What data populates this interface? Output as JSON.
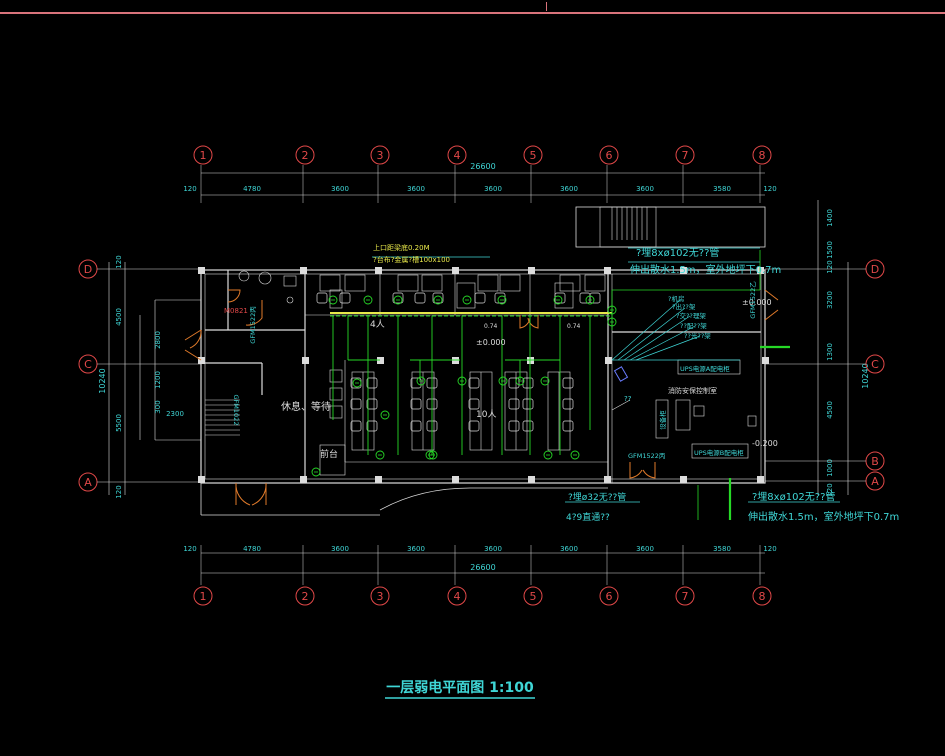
{
  "title": "一层弱电平面图 1:100",
  "grid": {
    "columns": [
      "1",
      "2",
      "3",
      "4",
      "5",
      "6",
      "7",
      "8"
    ],
    "rows_left": [
      "D",
      "C",
      "A"
    ],
    "rows_right": [
      "D",
      "C",
      "B",
      "A"
    ]
  },
  "dims": {
    "total": "26600",
    "top": [
      "120",
      "4780",
      "3600",
      "3600",
      "3600",
      "3600",
      "3600",
      "3580",
      "120"
    ],
    "bottom": [
      "120",
      "4780",
      "3600",
      "3600",
      "3600",
      "3600",
      "3600",
      "3580",
      "120"
    ],
    "left_total": "10240",
    "left": [
      "120",
      "4500",
      "5500",
      "120"
    ],
    "left_inner": [
      "2800",
      "1200",
      "300",
      "2300"
    ],
    "right_total": "10240",
    "right": [
      "1400",
      "1500",
      "120",
      "3200",
      "1300",
      "4500",
      "1000",
      "120"
    ]
  },
  "notes": {
    "top_conduit_1": "上口距梁底0.20M",
    "top_conduit_2": "?台布?金属?槽100x100",
    "pipe_top_1": "?埋8xø102无??管",
    "pipe_top_2": "伸出散水1.5m，室外地坪下0.7m",
    "pipe_bot_1": "?埋8xø102无??管",
    "pipe_bot_2": "伸出散水1.5m，室外地坪下0.7m",
    "pipe_mid_1": "?埋ø32无??管",
    "pipe_mid_2": "4?9直通??",
    "legend_1": "?机房",
    "legend_2": "?出??架",
    "legend_3": "?交??理架",
    "legend_4": "??配??架",
    "legend_5": "??光??架"
  },
  "rooms": {
    "rest": "休息、等待",
    "reception": "前台",
    "people4": "4人",
    "people10": "10人",
    "control": "消防安保控制室",
    "ups_a": "UPS电源A配电柜",
    "ups_b": "UPS电源B配电柜",
    "cabinet": "设备柜",
    "equip": "??"
  },
  "levels": {
    "main": "±0.000",
    "right": "±0.000",
    "outside": "-0.200",
    "sill_a": "0.74",
    "sill_b": "0.74"
  },
  "tags": {
    "m0821": "M0821",
    "gfm1": "GFM1022",
    "gfm2": "GFM1522丙",
    "gfm3": "GFM1522乙",
    "gfm4": "GFM1522丙"
  },
  "colors": {
    "wall": "#dcdcdc",
    "dim": "#3fd6d6",
    "bubble": "#e04848",
    "green": "#26d926",
    "door": "#e07a2a",
    "yellow": "#e8e84a",
    "blue": "#6a7cff"
  }
}
